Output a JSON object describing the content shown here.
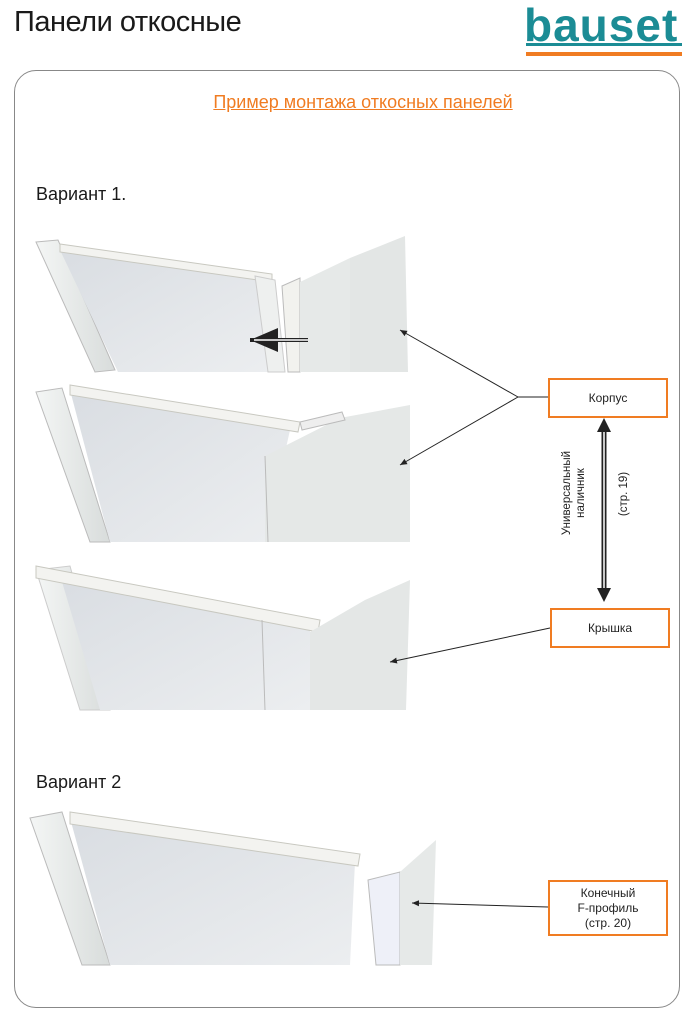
{
  "header": {
    "title": "Панели откосные",
    "logo_text": "bauset"
  },
  "subtitle": "Пример монтажа откосных панелей",
  "variant1": {
    "label": "Вариант 1.",
    "labels": {
      "body": "Корпус",
      "cover": "Крышка",
      "universal_line1": "Универсальный",
      "universal_line2": "наличник",
      "page_ref": "(стр. 19)"
    }
  },
  "variant2": {
    "label": "Вариант 2",
    "f_profile": {
      "line1": "Конечный",
      "line2": "F-профиль",
      "line3": "(стр. 20)"
    }
  },
  "colors": {
    "accent": "#f07c22",
    "brand": "#1b8c95"
  }
}
